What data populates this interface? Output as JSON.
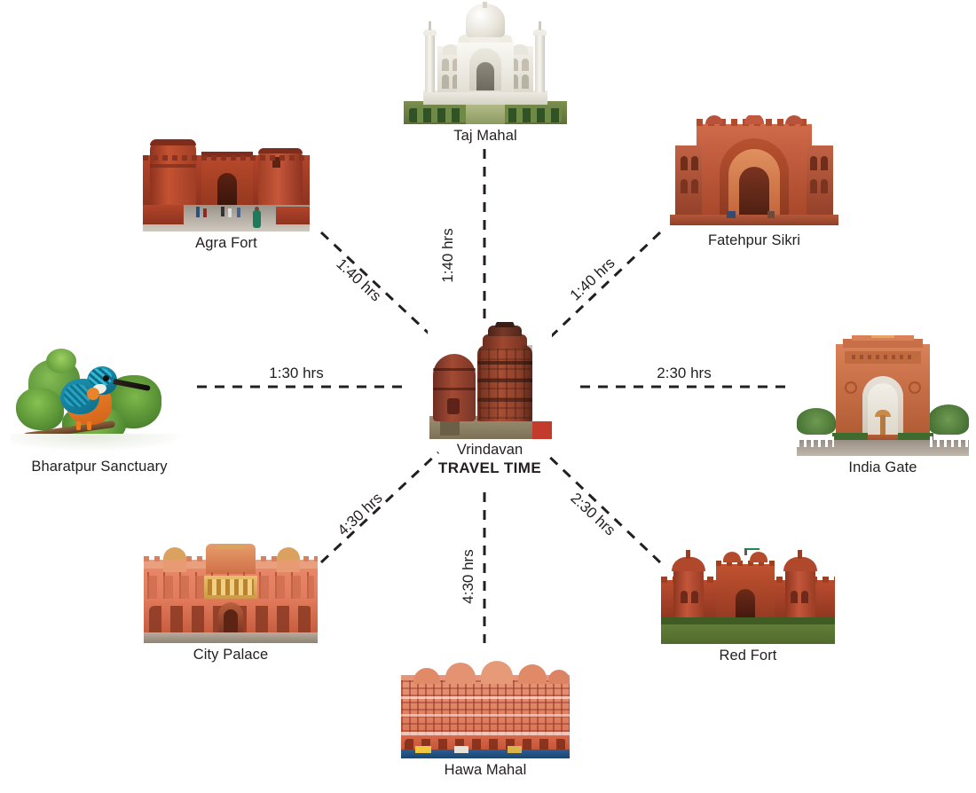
{
  "diagram": {
    "type": "hub-and-spoke",
    "title": "TRAVEL TIME",
    "hub": {
      "name": "Vrindavan",
      "subtitle": "TRAVEL TIME",
      "image_name": "vrindavan-temple-photo"
    },
    "line_style": "dashed",
    "line_color": "#231f20",
    "background": "#ffffff"
  },
  "nodes": [
    {
      "id": "taj-mahal",
      "label": "Taj Mahal",
      "image_name": "taj-mahal-photo",
      "position": "top"
    },
    {
      "id": "agra-fort",
      "label": "Agra Fort",
      "image_name": "agra-fort-photo",
      "position": "top-left"
    },
    {
      "id": "fatehpur-sikri",
      "label": "Fatehpur Sikri",
      "image_name": "fatehpur-sikri-photo",
      "position": "top-right"
    },
    {
      "id": "bharatpur-sanctuary",
      "label": "Bharatpur Sanctuary",
      "image_name": "kingfisher-bird-photo",
      "position": "left"
    },
    {
      "id": "india-gate",
      "label": "India Gate",
      "image_name": "india-gate-photo",
      "position": "right"
    },
    {
      "id": "city-palace",
      "label": "City Palace",
      "image_name": "city-palace-photo",
      "position": "bottom-left"
    },
    {
      "id": "red-fort",
      "label": "Red Fort",
      "image_name": "red-fort-photo",
      "position": "bottom-right"
    },
    {
      "id": "hawa-mahal",
      "label": "Hawa Mahal",
      "image_name": "hawa-mahal-photo",
      "position": "bottom"
    }
  ],
  "edges": [
    {
      "id": "edge-taj-mahal",
      "to": "taj-mahal",
      "travel_time": "1:40 hrs"
    },
    {
      "id": "edge-agra-fort",
      "to": "agra-fort",
      "travel_time": "1:40 hrs"
    },
    {
      "id": "edge-fatehpur-sikri",
      "to": "fatehpur-sikri",
      "travel_time": "1:40 hrs"
    },
    {
      "id": "edge-bharatpur-sanctuary",
      "to": "bharatpur-sanctuary",
      "travel_time": "1:30 hrs"
    },
    {
      "id": "edge-india-gate",
      "to": "india-gate",
      "travel_time": "2:30 hrs"
    },
    {
      "id": "edge-city-palace",
      "to": "city-palace",
      "travel_time": "4:30 hrs"
    },
    {
      "id": "edge-red-fort",
      "to": "red-fort",
      "travel_time": "2:30 hrs"
    },
    {
      "id": "edge-hawa-mahal",
      "to": "hawa-mahal",
      "travel_time": "4:30 hrs"
    }
  ]
}
